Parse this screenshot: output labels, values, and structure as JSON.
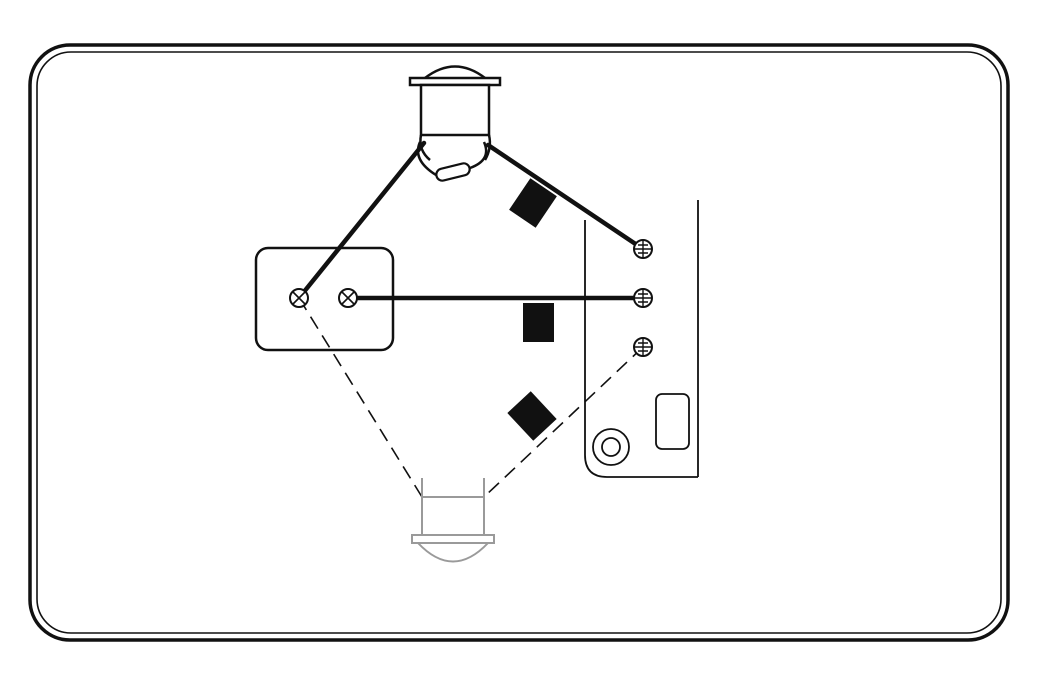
{
  "diagram": {
    "description_text": "",
    "colors": {
      "background": "#ffffff",
      "line": "#111111",
      "ghost": "#9a9a9a",
      "fill_black": "#111111"
    },
    "icons": {
      "upper_lamp": "lamp-socket-icon",
      "lower_lamp": "lamp-socket-ghost-icon",
      "screw": "screw-head-icon",
      "fuse": "inline-fuse-icon"
    },
    "terminals": [
      "top",
      "middle",
      "bottom"
    ],
    "wiring": {
      "solid_wires": 3,
      "dashed_wires": 2
    }
  }
}
